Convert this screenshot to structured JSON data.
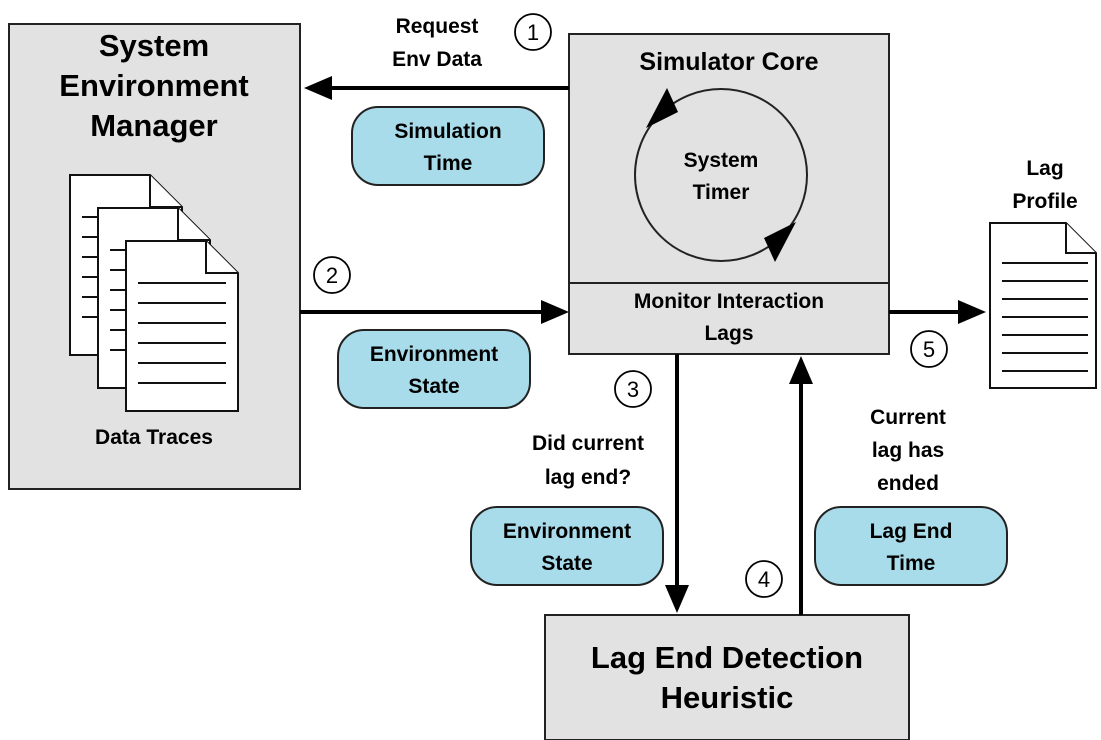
{
  "sem": {
    "title_line1": "System",
    "title_line2": "Environment",
    "title_line3": "Manager",
    "data_traces": "Data Traces"
  },
  "core": {
    "title": "Simulator Core",
    "timer_line1": "System",
    "timer_line2": "Timer",
    "monitor_line1": "Monitor Interaction",
    "monitor_line2": "Lags"
  },
  "detector": {
    "line1": "Lag End Detection",
    "line2": "Heuristic"
  },
  "lag_profile": {
    "line1": "Lag",
    "line2": "Profile"
  },
  "steps": {
    "s1": "1",
    "s2": "2",
    "s3": "3",
    "s4": "4",
    "s5": "5"
  },
  "labels": {
    "request_line1": "Request",
    "request_line2": "Env Data",
    "did_line1": "Did current",
    "did_line2": "lag end?",
    "ended_line1": "Current",
    "ended_line2": "lag has",
    "ended_line3": "ended"
  },
  "pills": {
    "sim_time_line1": "Simulation",
    "sim_time_line2": "Time",
    "env_state_a_line1": "Environment",
    "env_state_a_line2": "State",
    "env_state_b_line1": "Environment",
    "env_state_b_line2": "State",
    "lag_end_line1": "Lag End",
    "lag_end_line2": "Time"
  }
}
